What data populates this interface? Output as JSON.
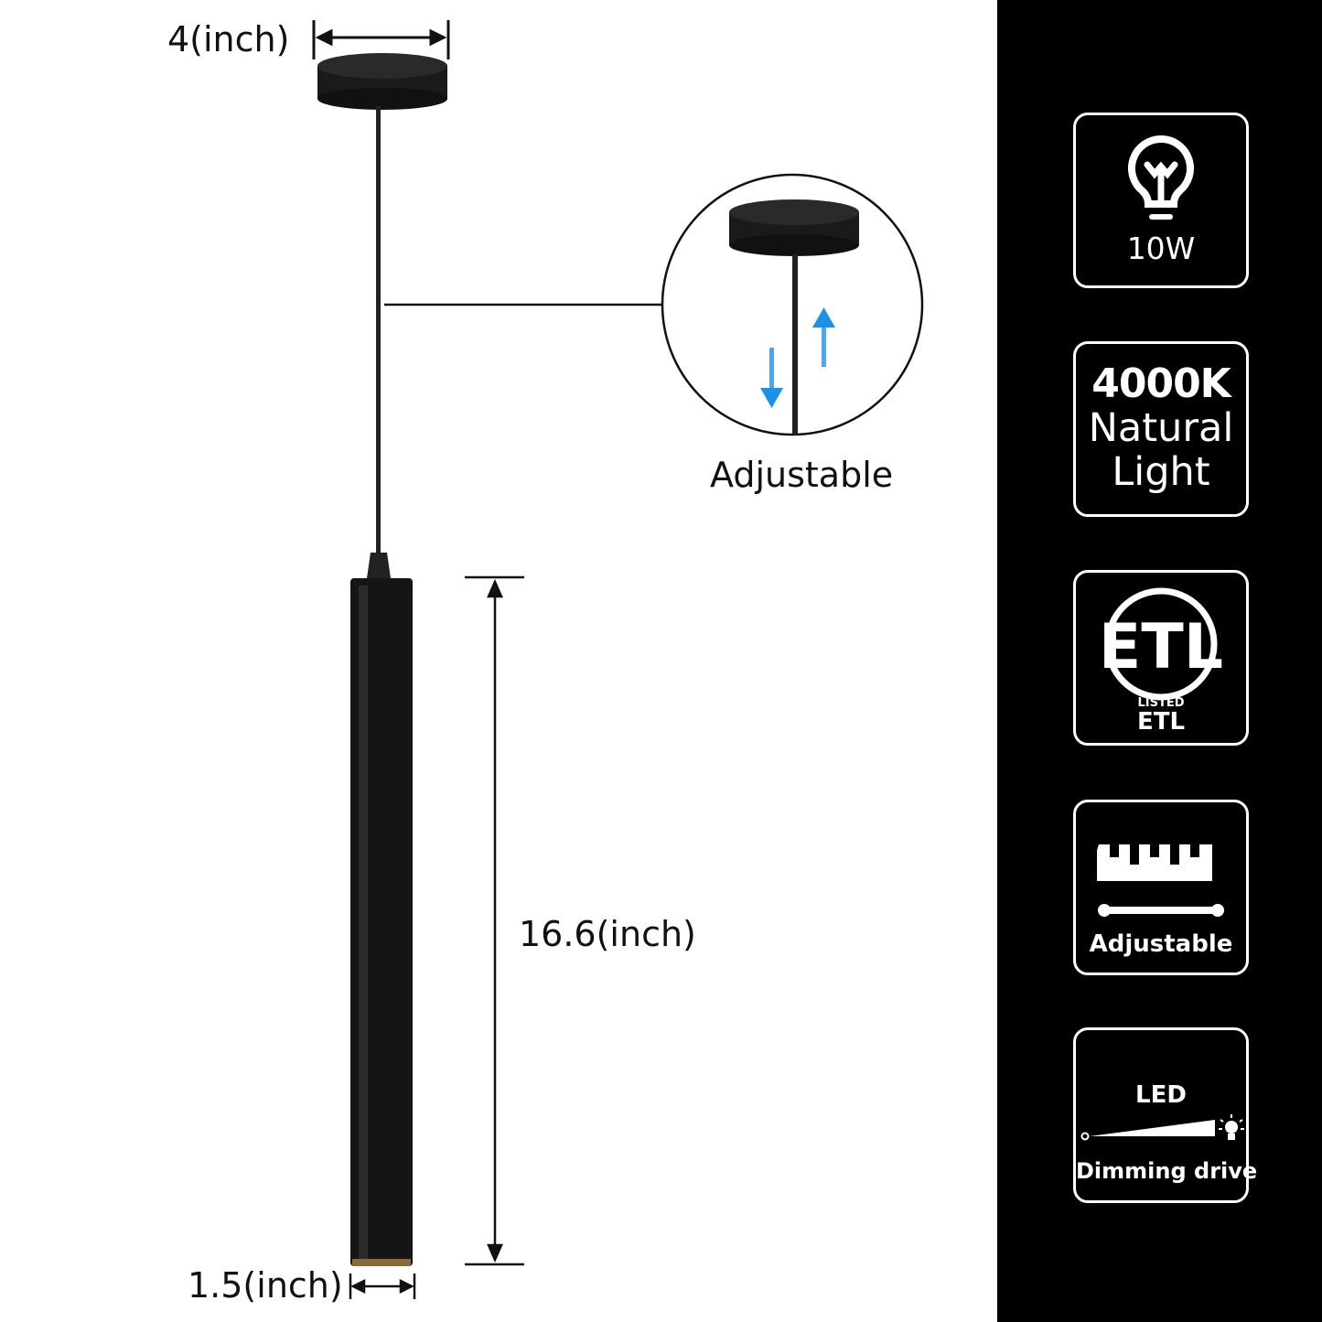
{
  "dimensions": {
    "canopy_width": "4(inch)",
    "tube_length": "16.6(inch)",
    "tube_diameter": "1.5(inch)"
  },
  "detail_callout": {
    "label": "Adjustable"
  },
  "features": [
    {
      "icon": "bulb-icon",
      "label": "10W"
    },
    {
      "icon": "none",
      "title": "4000K",
      "line1": "Natural",
      "line2": "Light"
    },
    {
      "icon": "etl-listed-icon",
      "label": "ETL",
      "badge_text": "ETL LISTED"
    },
    {
      "icon": "ruler-icon",
      "label": "Adjustable"
    },
    {
      "icon": "dimmer-icon",
      "title": "LED",
      "label": "Dimming drive"
    }
  ],
  "colors": {
    "arrow_blue": "#1e90e8",
    "panel_bg": "#000000"
  }
}
